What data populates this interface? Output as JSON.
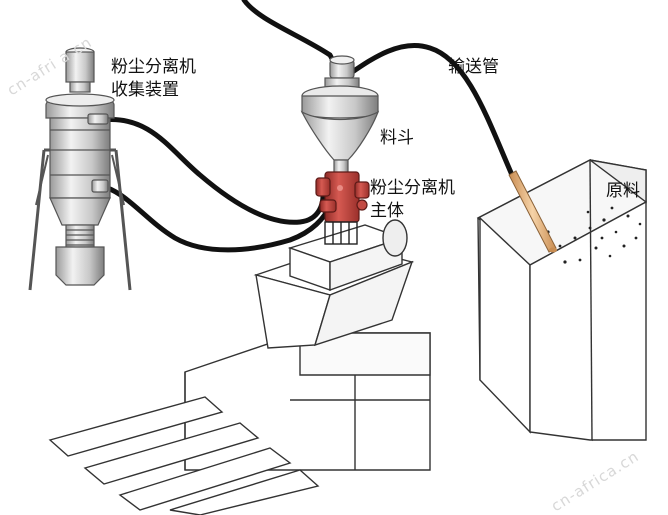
{
  "labels": {
    "collector_line1": "粉尘分离机",
    "collector_line2": "收集装置",
    "conveying_pipe": "输送管",
    "hopper": "料斗",
    "separator_line1": "粉尘分离机",
    "separator_line2": "主体",
    "raw_material": "原料"
  },
  "watermarks": {
    "top_left": "cn-afri a.cn",
    "bottom_right": "cn-africa.cn"
  },
  "colors": {
    "pipe": "#111111",
    "separator_body": "#c9453e",
    "metal_light": "#e6e6e6",
    "metal_dark": "#8a8a8a",
    "suction_wand": "#e8b47a",
    "outline": "#333333"
  }
}
